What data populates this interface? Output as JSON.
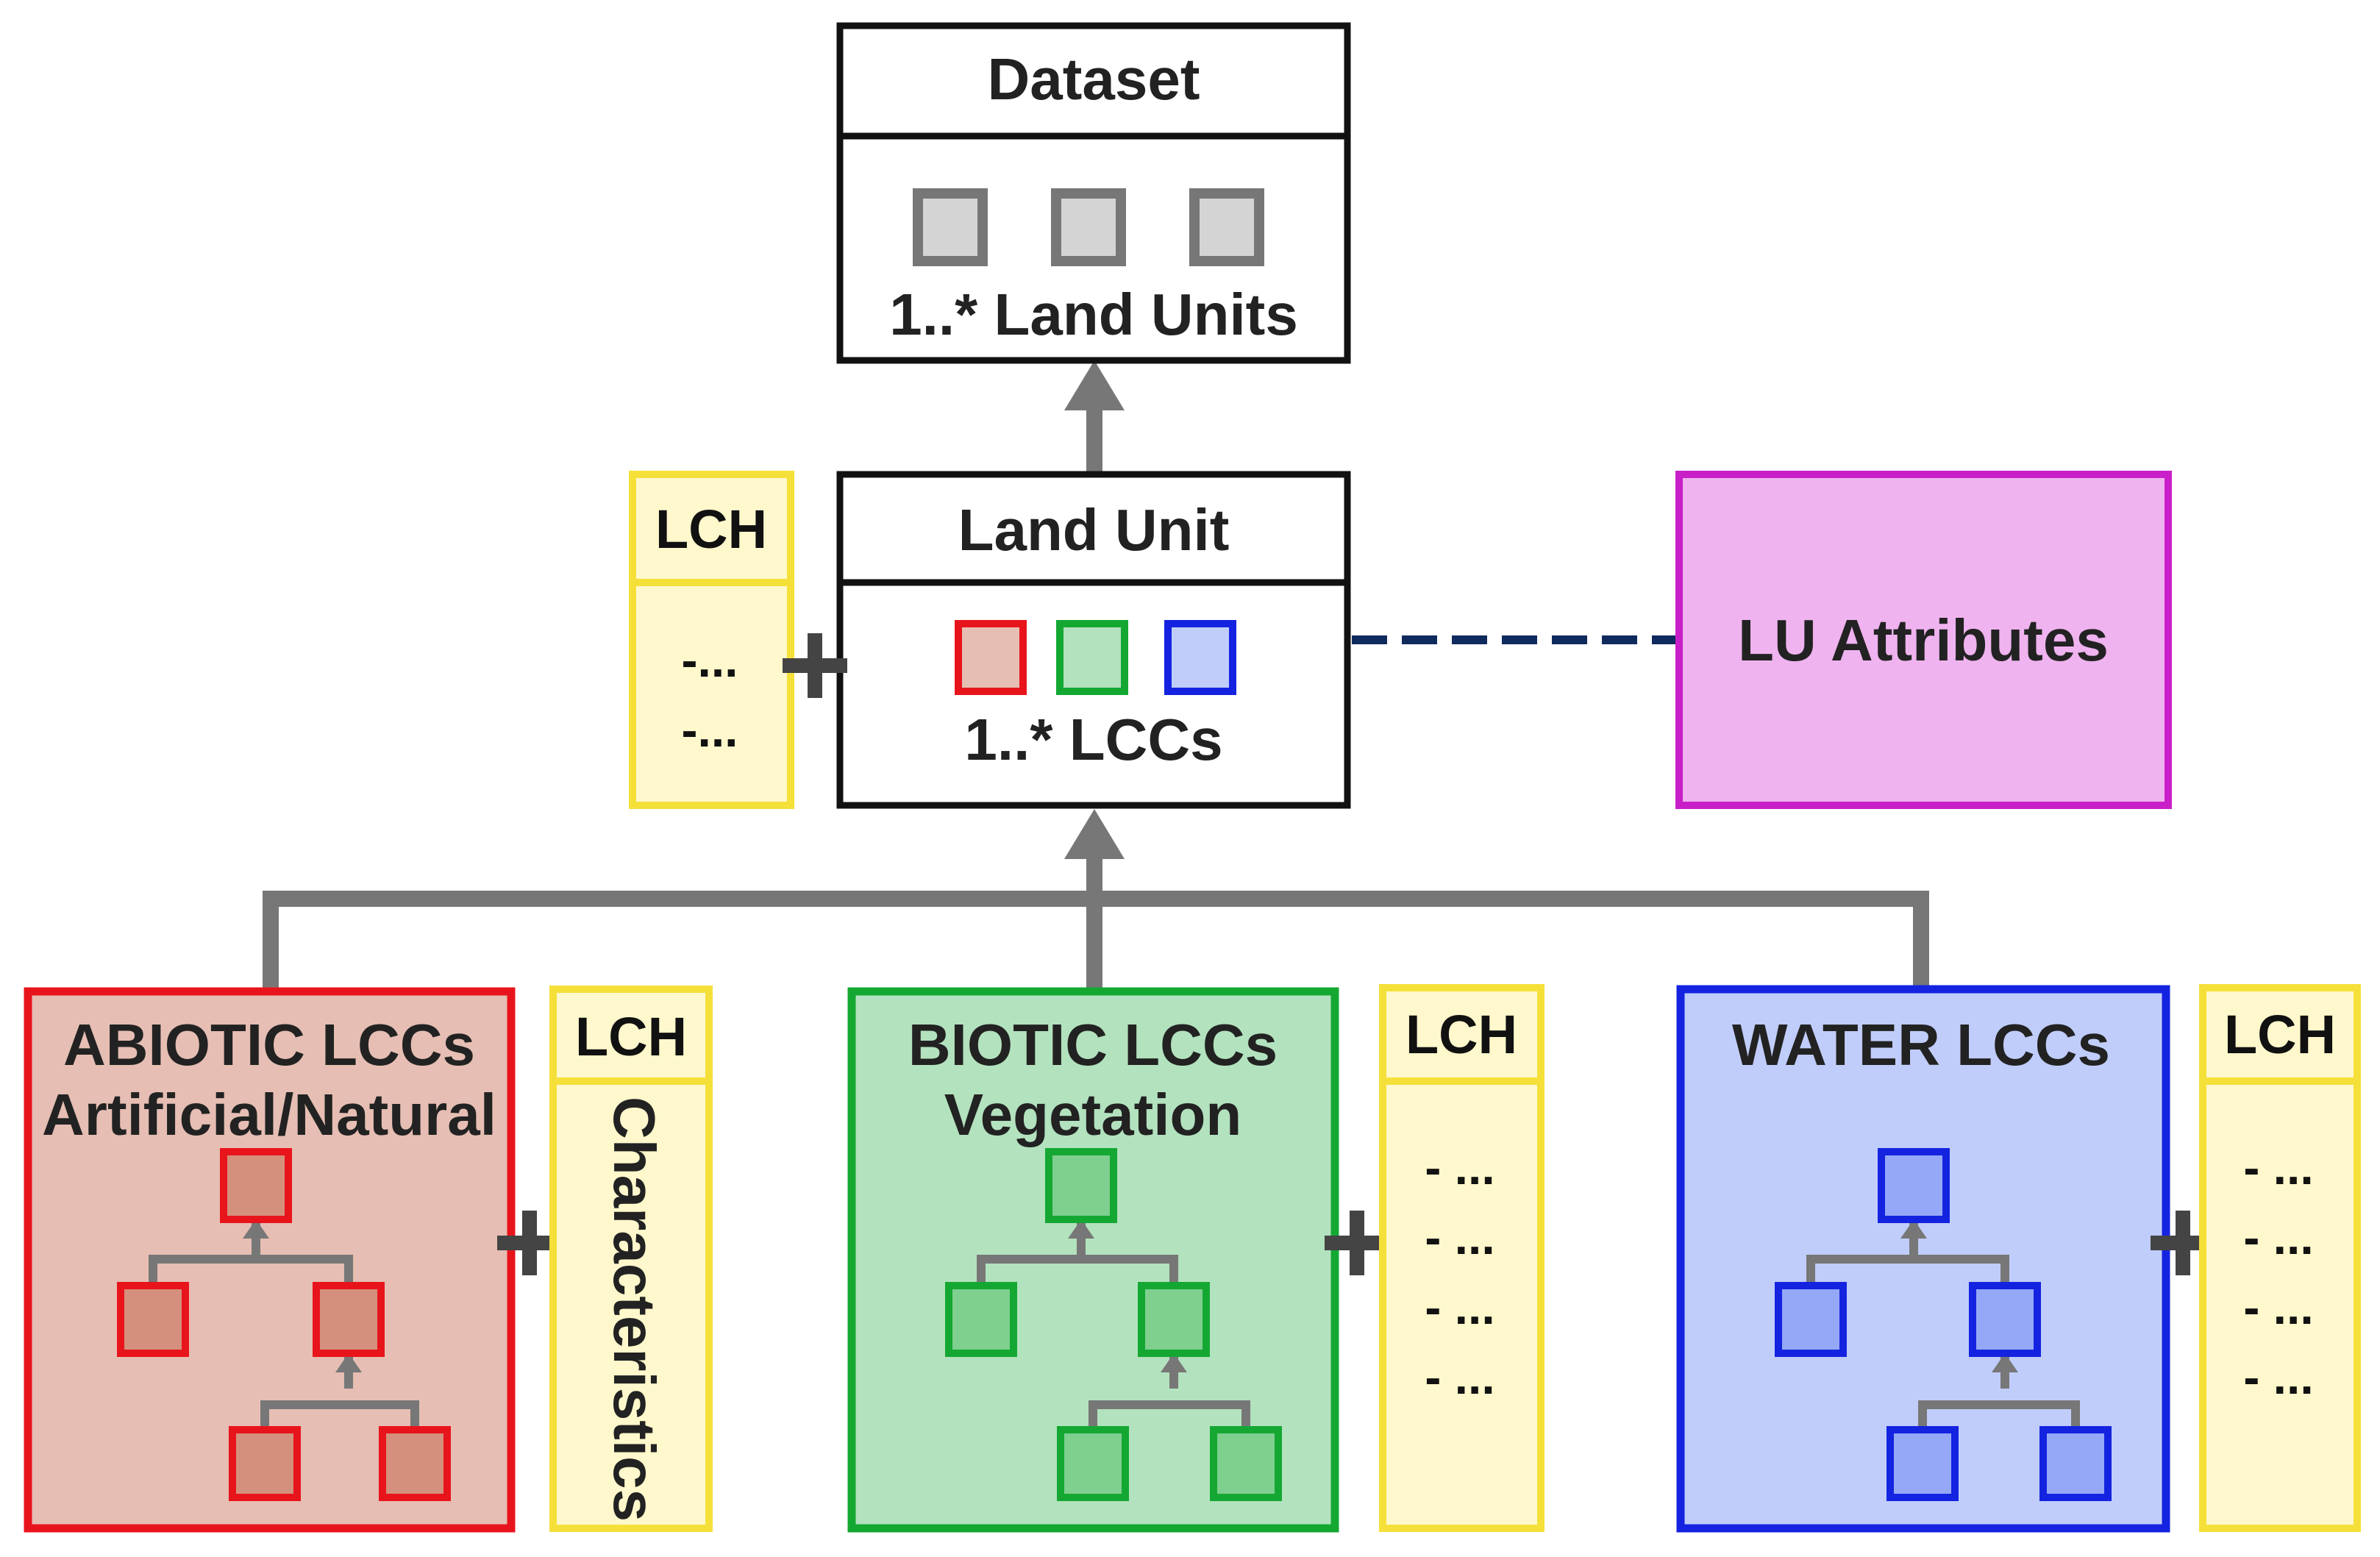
{
  "dataset": {
    "title": "Dataset",
    "caption": "1..* Land Units"
  },
  "land_unit": {
    "title": "Land Unit",
    "caption": "1..* LCCs",
    "lch": {
      "title": "LCH",
      "lines": [
        "-...",
        "-..."
      ]
    }
  },
  "lu_attributes": {
    "label": "LU Attributes"
  },
  "abiotic": {
    "title_line1": "ABIOTIC LCCs",
    "title_line2": "Artificial/Natural",
    "lch": {
      "title": "LCH",
      "vertical_label": "Characteristics"
    }
  },
  "biotic": {
    "title_line1": "BIOTIC LCCs",
    "title_line2": "Vegetation",
    "lch": {
      "title": "LCH",
      "lines": [
        "- ...",
        "- ...",
        "- ...",
        "- ..."
      ]
    }
  },
  "water": {
    "title_line1": "WATER LCCs",
    "lch": {
      "title": "LCH",
      "lines": [
        "- ...",
        "- ...",
        "- ...",
        "- ..."
      ]
    }
  },
  "colors": {
    "abiotic_border": "#e8141c",
    "abiotic_fill": "#e6beb3",
    "abiotic_node": "#d4907c",
    "biotic_border": "#14a833",
    "biotic_fill": "#b3e2be",
    "biotic_node": "#7fcf8f",
    "water_border": "#1423e0",
    "water_fill": "#c0cdfa",
    "water_node": "#95a8f7",
    "lch_border": "#f5e03a",
    "lch_fill": "#fff8cc",
    "lu_attr_border": "#c81fc8",
    "lu_attr_fill": "#efb3ef",
    "connector": "#777777",
    "dashed_link": "#0f2a5c",
    "dataset_node": "#d4d4d4"
  }
}
